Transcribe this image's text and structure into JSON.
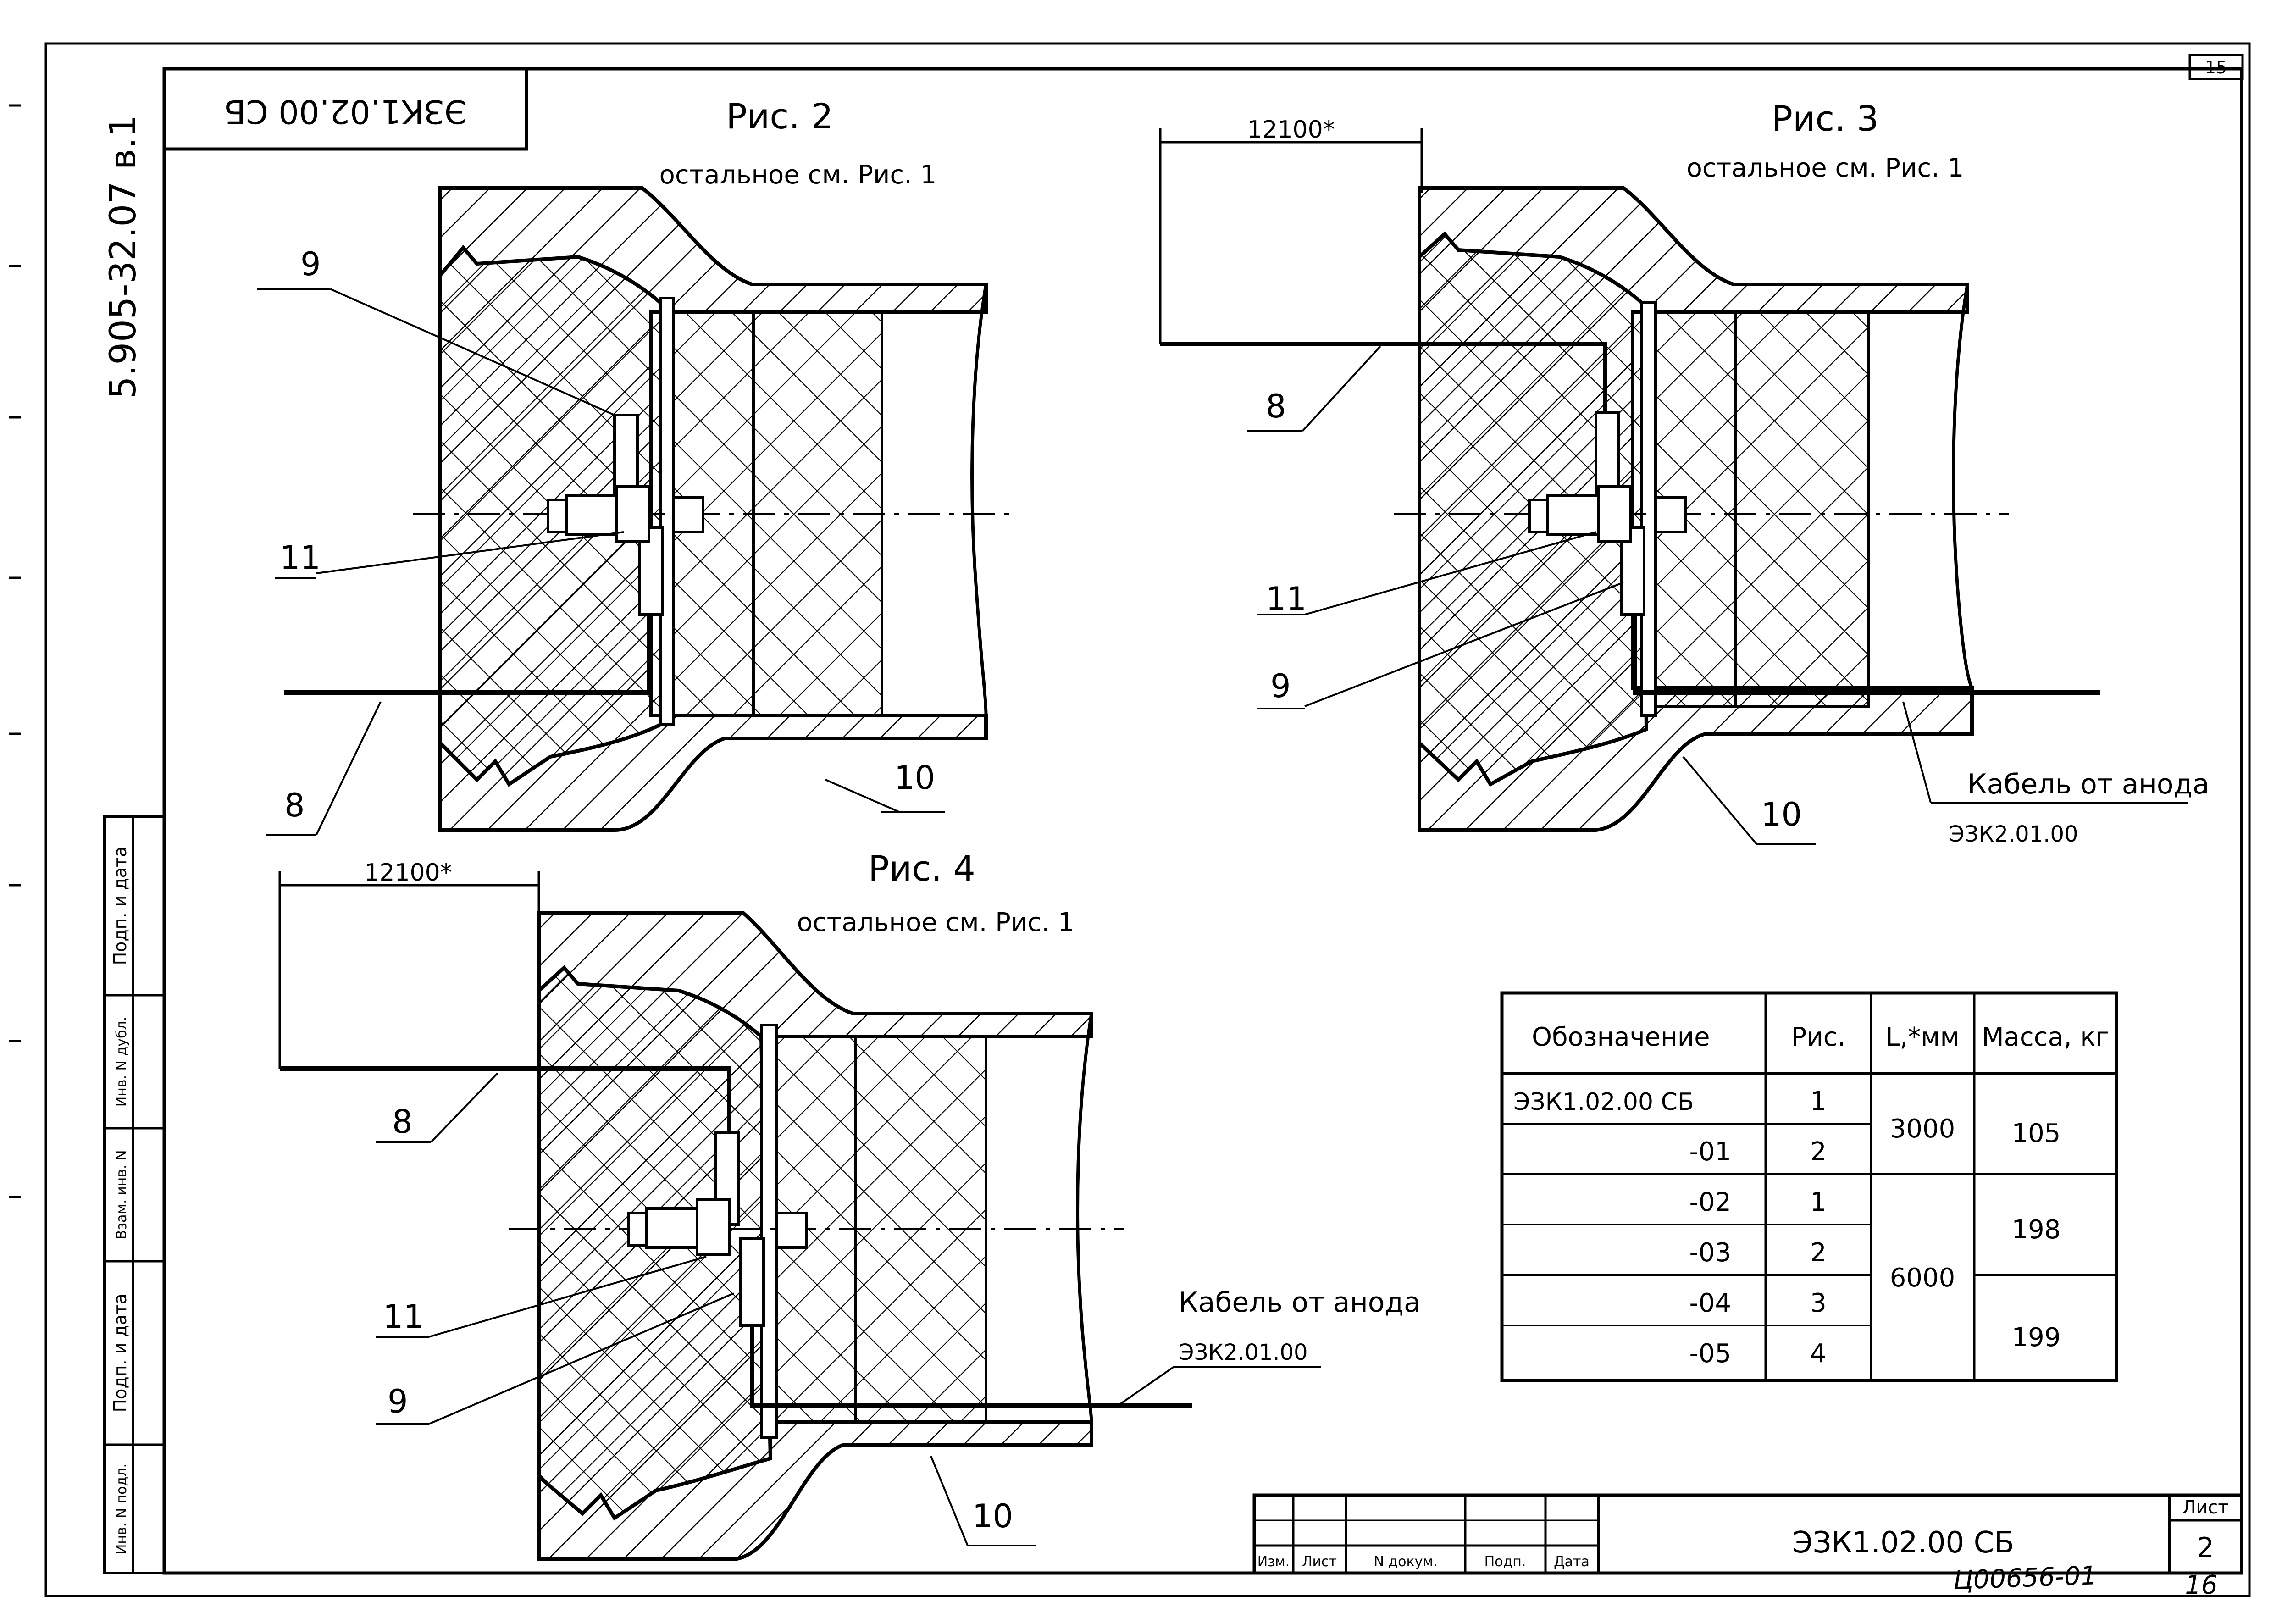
{
  "sheet_number_top": "15",
  "document_code_stamp": "ЭЗК1.02.00 СБ",
  "side_code": "5.905-32.07 в.1",
  "figures": [
    {
      "title": "Рис. 2",
      "note": "остальное см. Рис. 1"
    },
    {
      "title": "Рис. 3",
      "note": "остальное см. Рис. 1",
      "dimension": "12100*"
    },
    {
      "title": "Рис. 4",
      "note": "остальное см. Рис. 1",
      "dimension": "12100*"
    }
  ],
  "callouts": {
    "n8": "8",
    "n9": "9",
    "n10": "10",
    "n11": "11"
  },
  "cable_label": {
    "line1": "Кабель от анода",
    "line2": "ЭЗК2.01.00"
  },
  "spec_table": {
    "headers": [
      "Обозначение",
      "Рис.",
      "L,*мм",
      "Масса, кг"
    ],
    "designations": [
      "ЭЗК1.02.00 СБ",
      "-01",
      "-02",
      "-03",
      "-04",
      "-05"
    ],
    "figs": [
      "1",
      "2",
      "1",
      "2",
      "3",
      "4"
    ],
    "lengths": [
      "3000",
      "6000"
    ],
    "masses": [
      "105",
      "198",
      "199"
    ]
  },
  "side_stamp_labels": [
    "Подп. и дата",
    "Инв. N дубл.",
    "Взам. инв. N",
    "Подп. и дата",
    "Инв. N подл."
  ],
  "title_block": {
    "columns": [
      "Изм.",
      "Лист",
      "N докум.",
      "Подп.",
      "Дата"
    ],
    "designation": "ЭЗК1.02.00 СБ",
    "sheet_label": "Лист",
    "sheet_number": "2"
  },
  "handwritten": {
    "inventory": "Ц00656-01",
    "page": "16"
  }
}
